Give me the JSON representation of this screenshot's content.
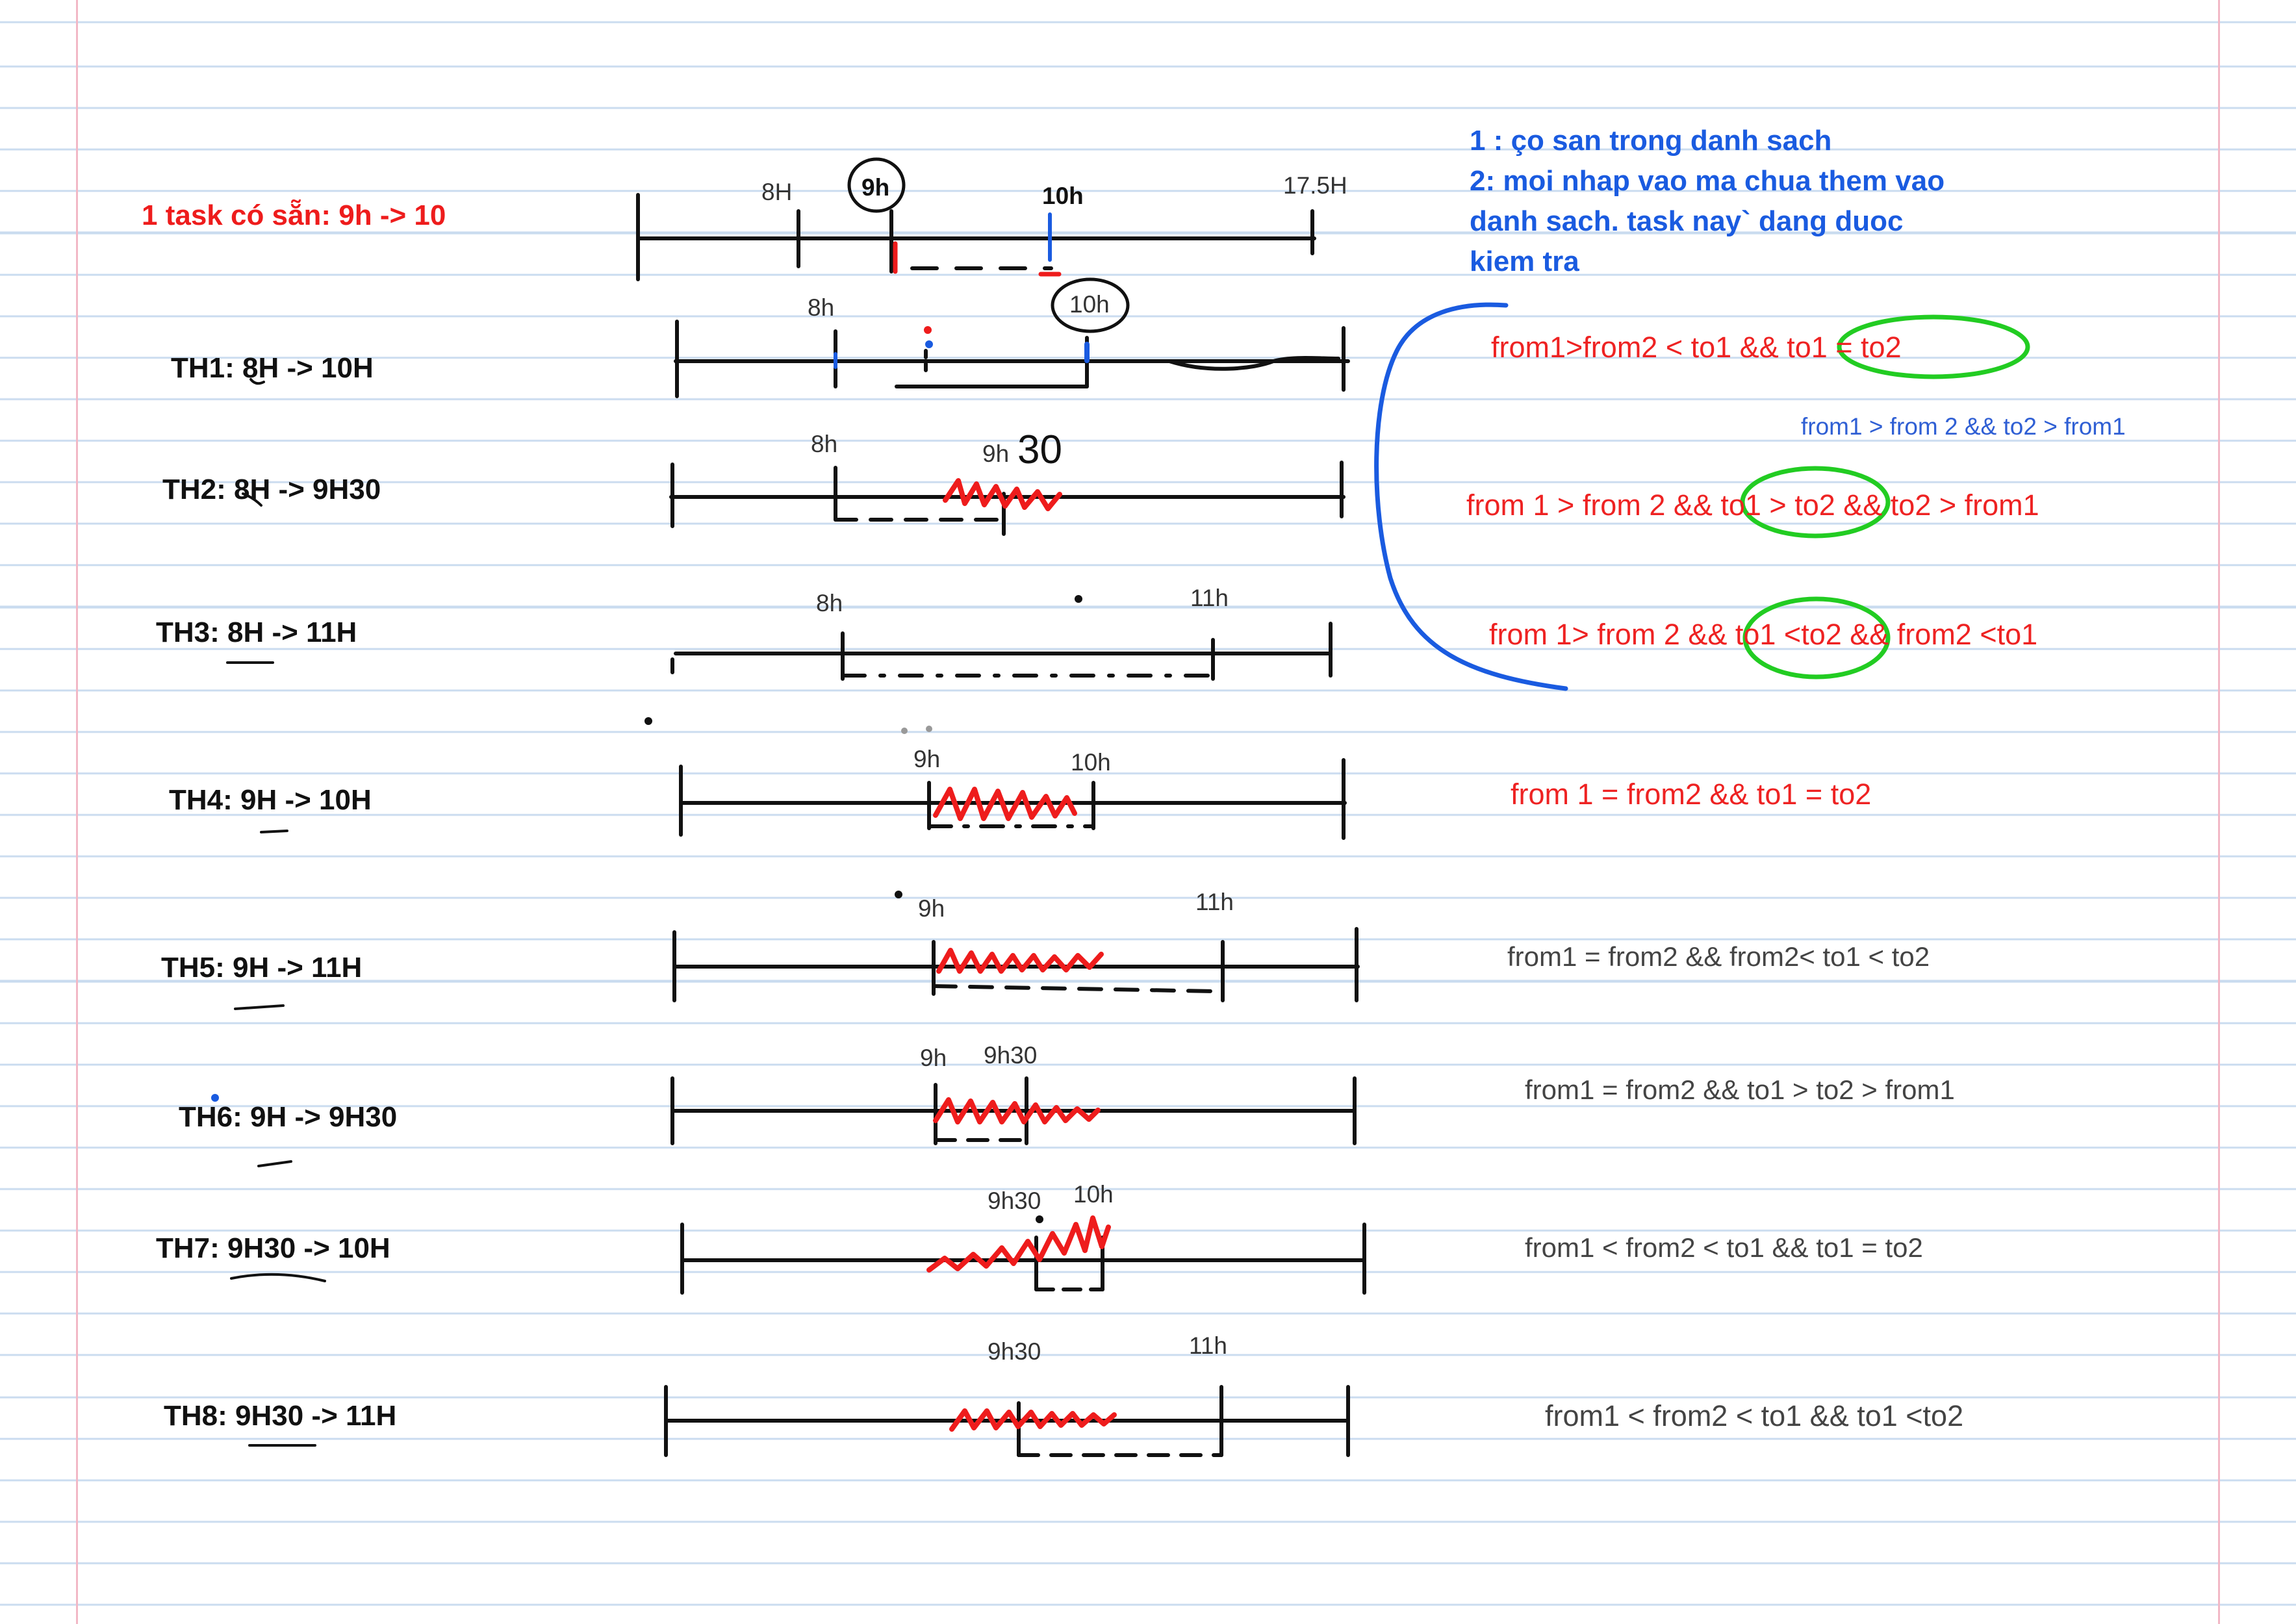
{
  "existing_task": {
    "label": "1 task có sẵn: 9h -> 10",
    "ticks": [
      "8H",
      "9h",
      "10h",
      "17.5H"
    ]
  },
  "legend": {
    "lines": [
      "1 : ço san trong danh sach",
      "2: moi nhap vao ma chua them vao",
      "danh sach. task nay` dang duoc",
      "kiem tra"
    ]
  },
  "cases": [
    {
      "label": "TH1: 8H -> 10H",
      "ticks": [
        "8h",
        "10h"
      ],
      "condition": "from1>from2  < to1 && to1 = to2"
    },
    {
      "label": "TH2: 8H -> 9H30",
      "ticks": [
        "8h",
        "9h",
        "30"
      ],
      "condition": "from 1 > from 2 && to1 > to2 && to2 > from1"
    },
    {
      "label": "TH3: 8H -> 11H",
      "ticks": [
        "8h",
        "11h"
      ],
      "condition": "from 1> from 2 && to1 <to2 && from2 <to1"
    },
    {
      "label": "TH4: 9H -> 10H",
      "ticks": [
        "9h",
        "10h"
      ],
      "condition": "from 1 = from2 && to1 = to2"
    },
    {
      "label": "TH5: 9H -> 11H",
      "ticks": [
        "9h",
        "11h"
      ],
      "condition": "from1 = from2 && from2< to1 < to2"
    },
    {
      "label": "TH6: 9H -> 9H30",
      "ticks": [
        "9h",
        "9h30"
      ],
      "condition": "from1 = from2 && to1 > to2 > from1"
    },
    {
      "label": "TH7: 9H30 -> 10H",
      "ticks": [
        "9h30",
        "10h"
      ],
      "condition": "from1 < from2 < to1 && to1 = to2"
    },
    {
      "label": "TH8: 9H30 -> 11H",
      "ticks": [
        "9h30",
        "11h"
      ],
      "condition": "from1 < from2 < to1 && to1 <to2"
    }
  ],
  "side_note": "from1 > from 2 && to2 > from1",
  "colors": {
    "ink": "#111111",
    "red_ink": "#ee1c1c",
    "blue_ink": "#1a5be0",
    "green_ink": "#22cc22",
    "rule": "#c9dbef",
    "margin": "#f2b8c6"
  }
}
